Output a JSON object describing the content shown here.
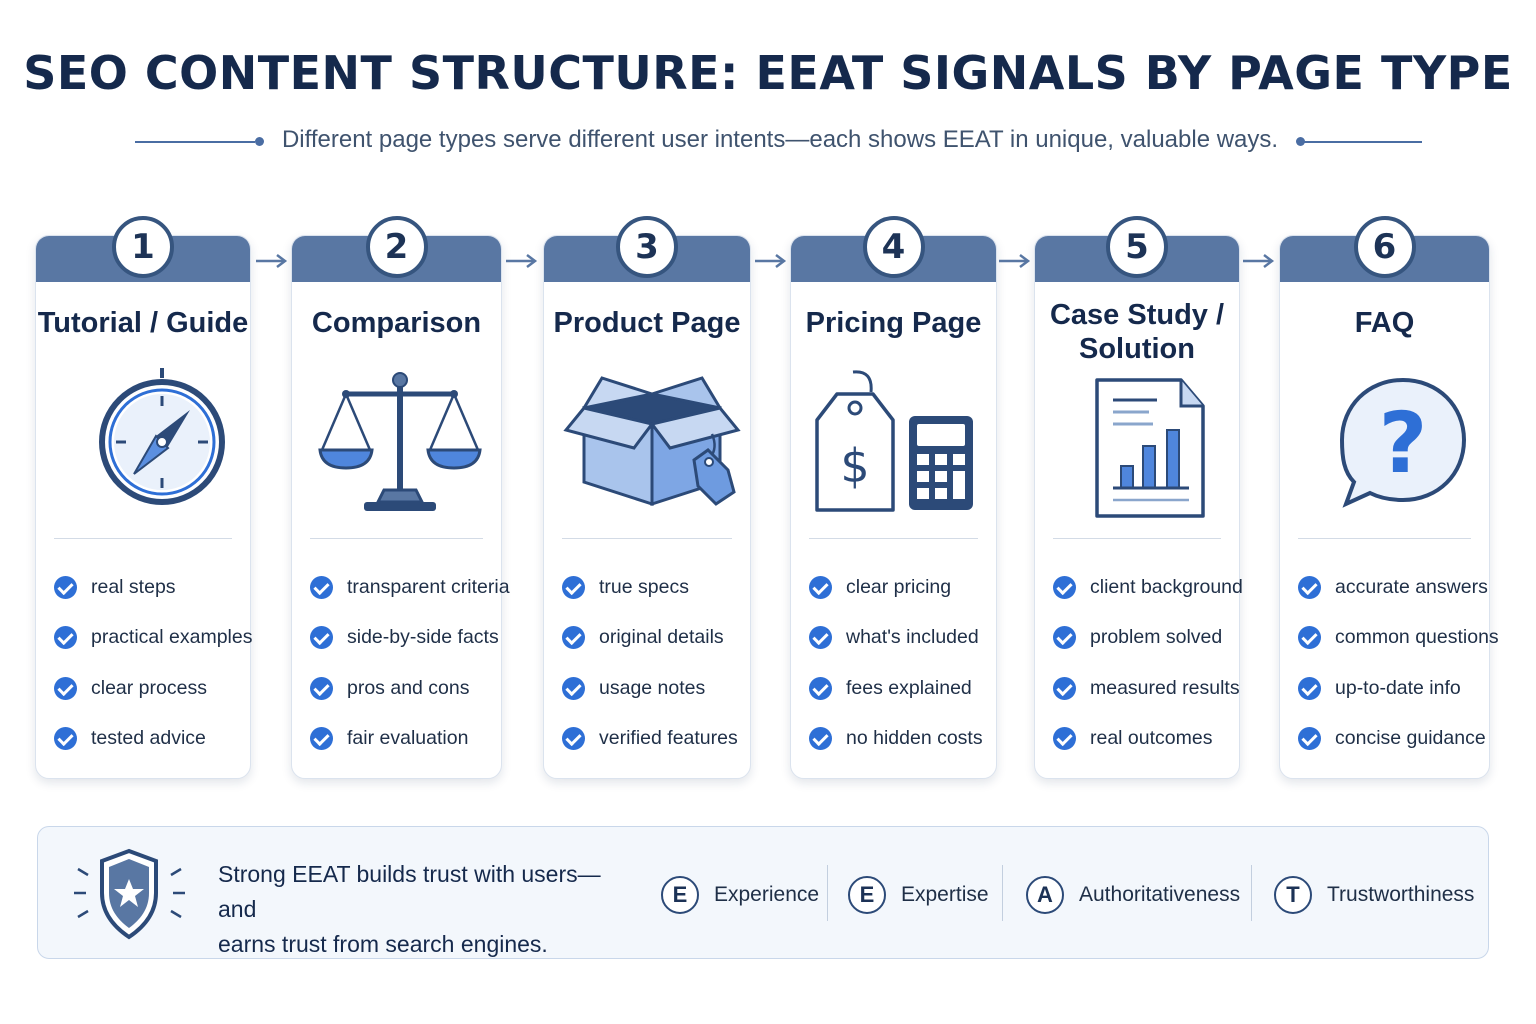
{
  "header": {
    "title": "SEO CONTENT STRUCTURE: EEAT SIGNALS BY PAGE TYPE",
    "subtitle": "Different page types serve different user intents—each shows EEAT in unique, valuable ways."
  },
  "cards": [
    {
      "number": "1",
      "title": "Tutorial / Guide",
      "icon": "compass-icon",
      "items": [
        "real steps",
        "practical examples",
        "clear process",
        "tested advice"
      ]
    },
    {
      "number": "2",
      "title": "Comparison",
      "icon": "balance-scale-icon",
      "items": [
        "transparent criteria",
        "side-by-side facts",
        "pros and cons",
        "fair evaluation"
      ]
    },
    {
      "number": "3",
      "title": "Product Page",
      "icon": "open-box-icon",
      "items": [
        "true specs",
        "original details",
        "usage notes",
        "verified features"
      ]
    },
    {
      "number": "4",
      "title": "Pricing Page",
      "icon": "price-tag-calculator-icon",
      "items": [
        "clear pricing",
        "what's included",
        "fees explained",
        "no hidden costs"
      ]
    },
    {
      "number": "5",
      "title_line1": "Case Study /",
      "title_line2": "Solution",
      "icon": "report-chart-icon",
      "items": [
        "client background",
        "problem solved",
        "measured results",
        "real outcomes"
      ]
    },
    {
      "number": "6",
      "title": "FAQ",
      "icon": "question-bubble-icon",
      "items": [
        "accurate answers",
        "common questions",
        "up-to-date info",
        "concise guidance"
      ]
    }
  ],
  "footer": {
    "message_line1": "Strong EEAT builds trust with users—and",
    "message_line2": "earns trust from search engines.",
    "pillars": [
      {
        "letter": "E",
        "name": "Experience"
      },
      {
        "letter": "E",
        "name": "Expertise"
      },
      {
        "letter": "A",
        "name": "Authoritativeness"
      },
      {
        "letter": "T",
        "name": "Trustworthiness"
      }
    ]
  },
  "colors": {
    "navy": "#15294c",
    "band": "#5977a3",
    "accent_blue": "#2e6fd6",
    "light_blue": "#a9c4ec",
    "panel_bg": "#f3f7fc"
  }
}
